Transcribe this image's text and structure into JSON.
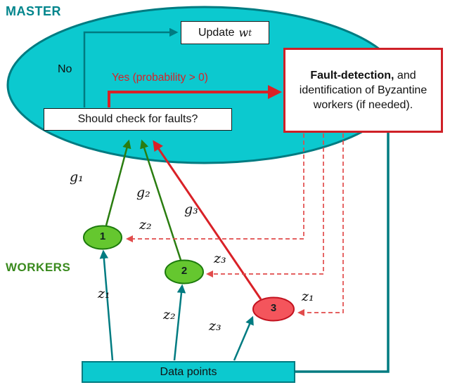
{
  "colors": {
    "teal_fill": "#0cc9cf",
    "teal_dark": "#007b81",
    "green_fill": "#65c72f",
    "green_dark": "#1c7a0c",
    "red_fill": "#f4555c",
    "red_dark": "#c2121f",
    "arrow_green": "#2a7d10",
    "arrow_red": "#d92127",
    "dash_red": "#e14b4b",
    "master_label": "#00858c",
    "workers_label": "#3a8a1e",
    "fault_border": "#cf2027"
  },
  "master": {
    "label": "MASTER",
    "no_label": "No",
    "yes_label": "Yes (probability > 0)",
    "check_box_label": "Should check for faults?",
    "update_prefix": "Update",
    "update_var": "w",
    "update_sup": "t"
  },
  "fault_box": {
    "bold": "Fault-detection,",
    "rest": " and identification of Byzantine workers (if needed)."
  },
  "workers_label": "WORKERS",
  "workers": [
    {
      "label": "1"
    },
    {
      "label": "2"
    },
    {
      "label": "3"
    }
  ],
  "data_box_label": "Data points",
  "math_labels": {
    "g1": "g₁",
    "g2": "g₂",
    "g3": "g₃",
    "z1": "z₁",
    "z2": "z₂",
    "z3": "z₃"
  }
}
